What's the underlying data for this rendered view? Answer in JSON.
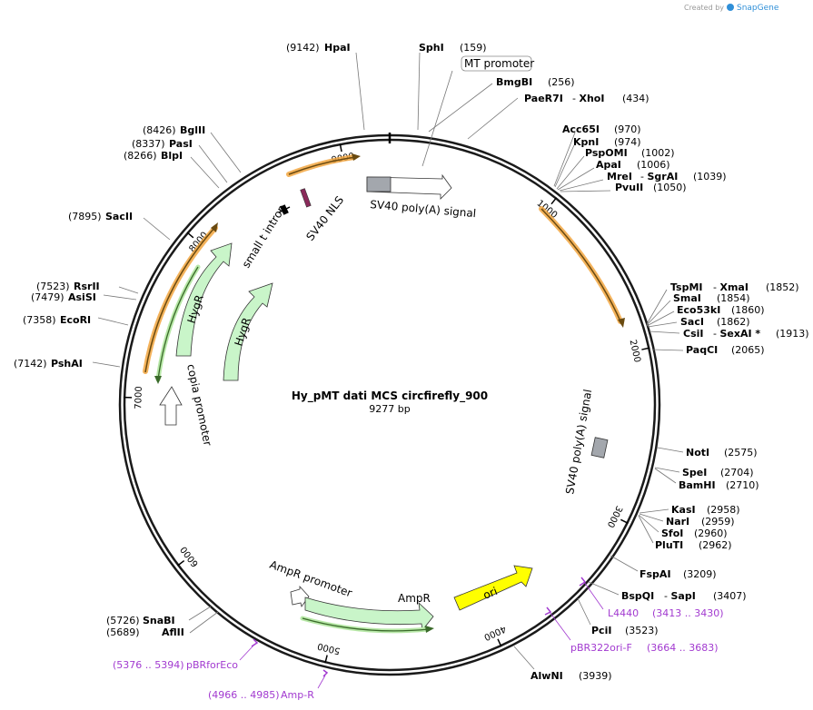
{
  "credit": {
    "prefix": "Created by",
    "brand": "SnapGene"
  },
  "map": {
    "name": "Hy_pMT dati MCS circfirefly_900",
    "size_label": "9277 bp",
    "length": 9277
  },
  "ruler": [
    "1000",
    "2000",
    "3000",
    "4000",
    "5000",
    "6000",
    "7000",
    "8000",
    "9000"
  ],
  "sites": [
    {
      "enzyme": "HpaI",
      "pos": "(9142)"
    },
    {
      "enzyme": "SphI",
      "pos": "(159)"
    },
    {
      "enzyme": "BmgBI",
      "pos": "(256)"
    },
    {
      "enzyme": "PaeR7I",
      "enzyme2": "XhoI",
      "pos": "(434)"
    },
    {
      "enzyme": "Acc65I",
      "pos": "(970)"
    },
    {
      "enzyme": "KpnI",
      "pos": "(974)"
    },
    {
      "enzyme": "PspOMI",
      "pos": "(1002)"
    },
    {
      "enzyme": "ApaI",
      "pos": "(1006)"
    },
    {
      "enzyme": "MreI",
      "enzyme2": "SgrAI",
      "pos": "(1039)"
    },
    {
      "enzyme": "PvuII",
      "pos": "(1050)"
    },
    {
      "enzyme": "TspMI",
      "enzyme2": "XmaI",
      "pos": "(1852)"
    },
    {
      "enzyme": "SmaI",
      "pos": "(1854)"
    },
    {
      "enzyme": "Eco53kI",
      "pos": "(1860)"
    },
    {
      "enzyme": "SacI",
      "pos": "(1862)"
    },
    {
      "enzyme": "CsiI",
      "enzyme2": "SexAI *",
      "pos": "(1913)"
    },
    {
      "enzyme": "PaqCI",
      "pos": "(2065)"
    },
    {
      "enzyme": "NotI",
      "pos": "(2575)"
    },
    {
      "enzyme": "SpeI",
      "pos": "(2704)"
    },
    {
      "enzyme": "BamHI",
      "pos": "(2710)"
    },
    {
      "enzyme": "KasI",
      "pos": "(2958)"
    },
    {
      "enzyme": "NarI",
      "pos": "(2959)"
    },
    {
      "enzyme": "SfoI",
      "pos": "(2960)"
    },
    {
      "enzyme": "PluTI",
      "pos": "(2962)"
    },
    {
      "enzyme": "FspAI",
      "pos": "(3209)"
    },
    {
      "enzyme": "BspQI",
      "enzyme2": "SapI",
      "pos": "(3407)"
    },
    {
      "enzyme": "PciI",
      "pos": "(3523)"
    },
    {
      "enzyme": "AlwNI",
      "pos": "(3939)"
    },
    {
      "enzyme": "SnaBI",
      "pos": "(5726)"
    },
    {
      "enzyme": "AflII",
      "pos": "(5689)"
    },
    {
      "enzyme": "PshAI",
      "pos": "(7142)"
    },
    {
      "enzyme": "EcoRI",
      "pos": "(7358)"
    },
    {
      "enzyme": "AsiSI",
      "pos": "(7479)"
    },
    {
      "enzyme": "RsrII",
      "pos": "(7523)"
    },
    {
      "enzyme": "SacII",
      "pos": "(7895)"
    },
    {
      "enzyme": "BlpI",
      "pos": "(8266)"
    },
    {
      "enzyme": "PasI",
      "pos": "(8337)"
    },
    {
      "enzyme": "BglII",
      "pos": "(8426)"
    }
  ],
  "primers": [
    {
      "name": "L4440",
      "range": "(3413 .. 3430)"
    },
    {
      "name": "pBR322ori-F",
      "range": "(3664 .. 3683)"
    },
    {
      "name": "pBRforEco",
      "range": "(5376 .. 5394)"
    },
    {
      "name": "Amp-R",
      "range": "(4966 .. 4985)"
    }
  ],
  "features": {
    "mt_promoter": "MT promoter",
    "sv40_polya_top": "SV40 poly(A) signal",
    "sv40_polya_right": "SV40 poly(A) signal",
    "sv40_nls": "SV40 NLS",
    "small_t_intron": "small t intron",
    "hygr_outer": "HygR",
    "hygr_inner": "HygR",
    "copia_promoter": "copia promoter",
    "ampr_promoter": "AmpR promoter",
    "ampr": "AmpR",
    "ori": "ori"
  },
  "colors": {
    "backbone": "#1a1a1a",
    "orange_orf": "#f2a640",
    "green_orf": "#3a8a2a",
    "hygr": "#c9f5c9",
    "ampr": "#c9f5c9",
    "ori": "#ffff00",
    "polya": "#a3a7ad",
    "nls": "#8a2a5a",
    "primer": "#a23ad0"
  }
}
